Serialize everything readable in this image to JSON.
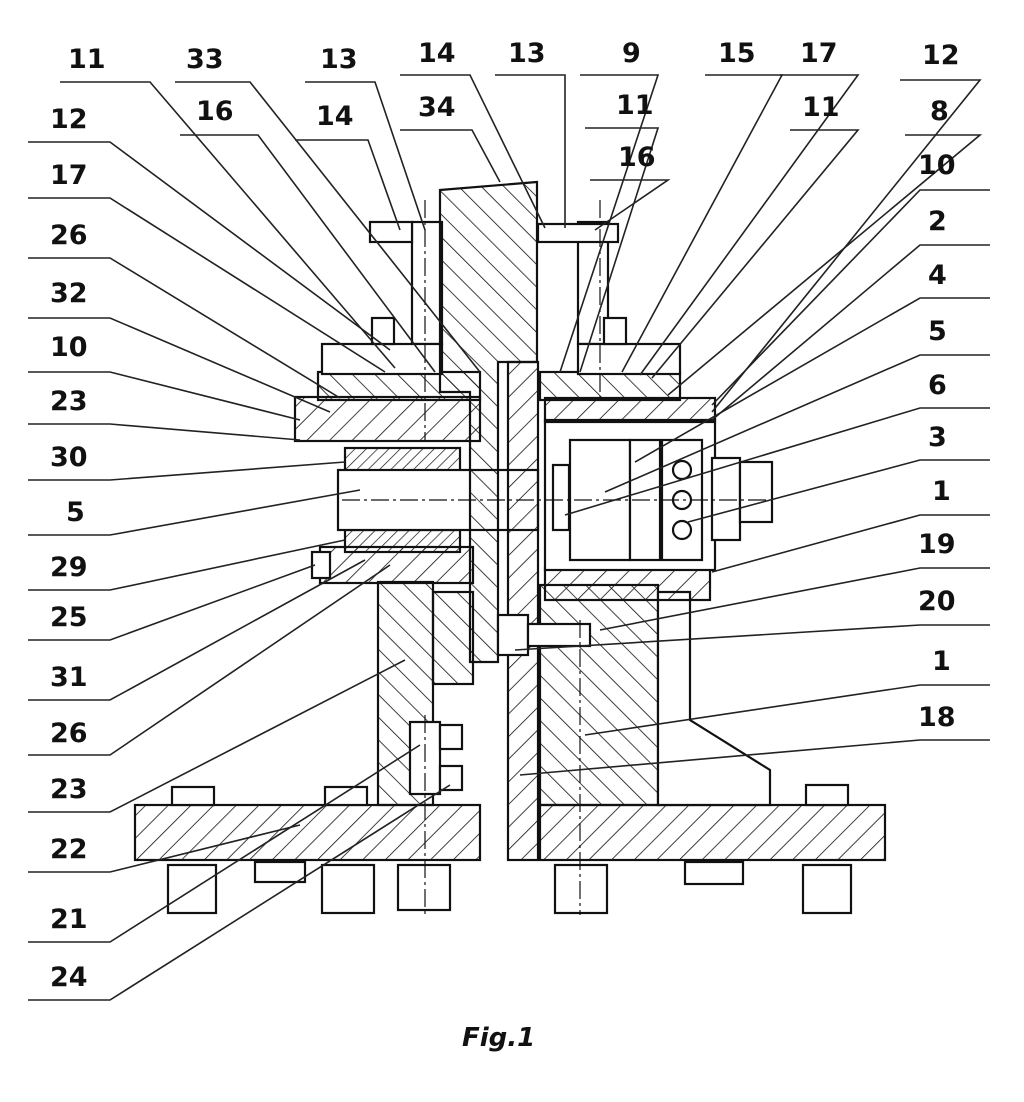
{
  "figure": {
    "caption": "Fig.1",
    "colors": {
      "ink": "#111111",
      "paper": "#ffffff"
    },
    "labels": {
      "left": [
        "12",
        "17",
        "26",
        "32",
        "10",
        "23",
        "30",
        "5",
        "29",
        "25",
        "31",
        "26",
        "23",
        "22",
        "21",
        "24"
      ],
      "top_left": [
        "11",
        "33",
        "13",
        "16",
        "14"
      ],
      "top_center": [
        "14",
        "34",
        "13",
        "9",
        "11",
        "16"
      ],
      "top_right": [
        "15",
        "17",
        "12",
        "11",
        "8"
      ],
      "right": [
        "10",
        "2",
        "4",
        "5",
        "6",
        "3",
        "1",
        "19",
        "20",
        "1",
        "18"
      ]
    }
  }
}
